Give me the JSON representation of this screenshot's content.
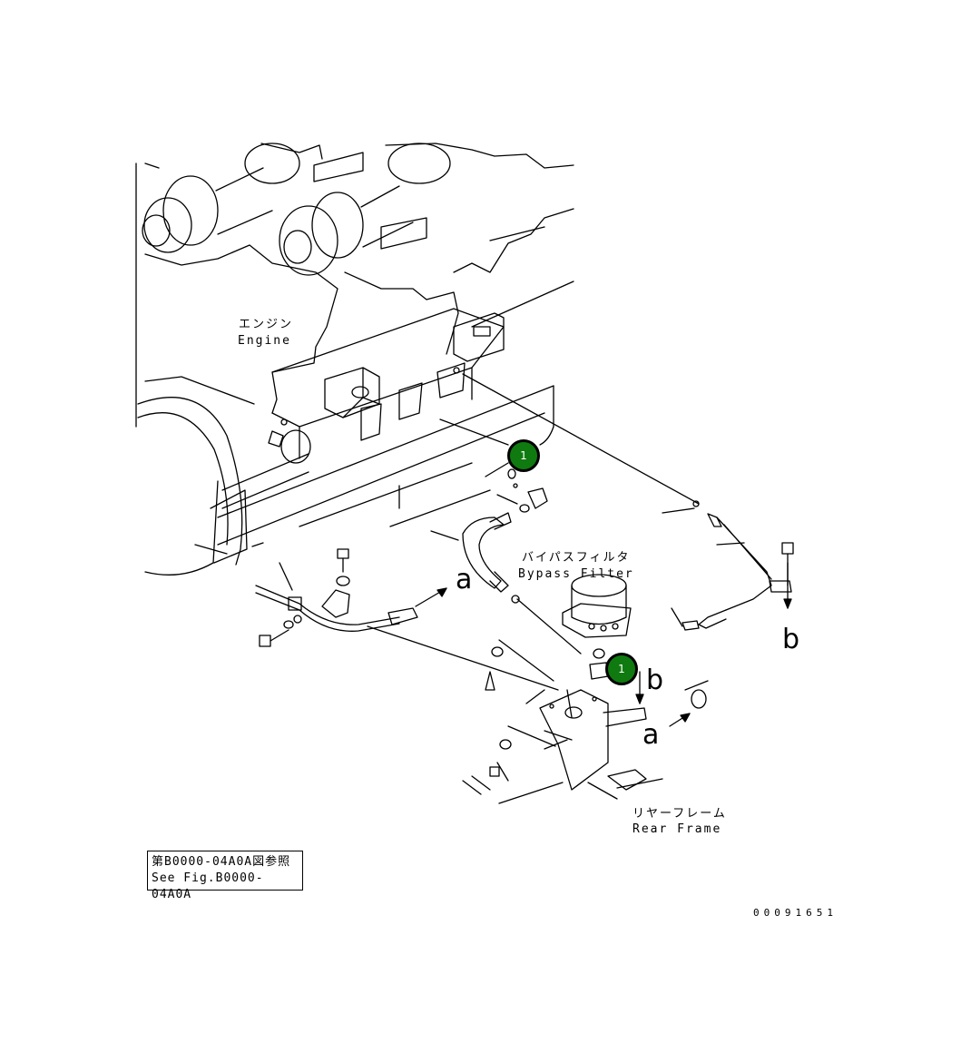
{
  "labels": {
    "engine_jp": "エンジン",
    "engine_en": "Engine",
    "bypass_jp": "バイパスフィルタ",
    "bypass_en": "Bypass Filter",
    "rear_jp": "リヤーフレーム",
    "rear_en": "Rear Frame"
  },
  "arrows": {
    "a_upper": "a",
    "a_lower": "a",
    "b_right": "b",
    "b_center": "b"
  },
  "callouts": [
    "1",
    "1"
  ],
  "reference": {
    "line1": "第B0000-04A0A図参照",
    "line2": "See Fig.B0000-04A0A"
  },
  "document_number": "00091651",
  "colors": {
    "callout_fill": "#0f7a0f",
    "line": "#000000",
    "background": "#ffffff"
  }
}
